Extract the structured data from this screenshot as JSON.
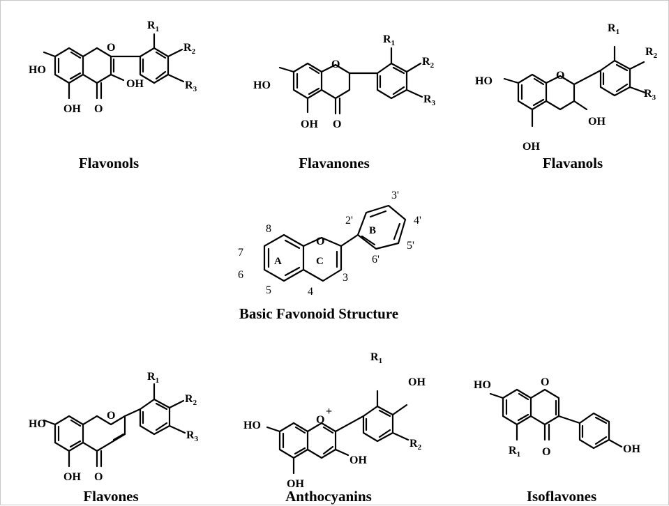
{
  "structures": {
    "flavonols": {
      "caption": "Flavonols",
      "ho": "HO",
      "oh5": "OH",
      "oh3": "OH",
      "o_ring": "O",
      "o_keto": "O",
      "r1": "R",
      "r1_sub": "1",
      "r2": "R",
      "r2_sub": "2",
      "r3": "R",
      "r3_sub": "3"
    },
    "flavanones": {
      "caption": "Flavanones",
      "ho": "HO",
      "oh5": "OH",
      "o_ring": "O",
      "o_keto": "O",
      "r1": "R",
      "r1_sub": "1",
      "r2": "R",
      "r2_sub": "2",
      "r3": "R",
      "r3_sub": "3"
    },
    "flavanols": {
      "caption": "Flavanols",
      "ho": "HO",
      "oh5": "OH",
      "oh3": "OH",
      "o_ring": "O",
      "r1": "R",
      "r1_sub": "1",
      "r2": "R",
      "r2_sub": "2",
      "r3": "R",
      "r3_sub": "3"
    },
    "basic": {
      "caption": "Basic Favonoid Structure",
      "o_ring": "O",
      "ring_a": "A",
      "ring_b": "B",
      "ring_c": "C",
      "n2p": "2'",
      "n3p": "3'",
      "n4p": "4'",
      "n5p": "5'",
      "n6p": "6'",
      "n3": "3",
      "n4": "4",
      "n5": "5",
      "n6": "6",
      "n7": "7",
      "n8": "8"
    },
    "flavones": {
      "caption": "Flavones",
      "ho": "HO",
      "oh5": "OH",
      "o_ring": "O",
      "o_keto": "O",
      "r1": "R",
      "r1_sub": "1",
      "r2": "R",
      "r2_sub": "2",
      "r3": "R",
      "r3_sub": "3"
    },
    "anthocyanins": {
      "caption": "Anthocyanins",
      "ho": "HO",
      "oh5": "OH",
      "oh3": "OH",
      "oh4p": "OH",
      "o_ring": "O",
      "charge": "+",
      "r1": "R",
      "r1_sub": "1",
      "r2": "R",
      "r2_sub": "2"
    },
    "isoflavones": {
      "caption": "Isoflavones",
      "ho": "HO",
      "oh4p": "OH",
      "o_ring": "O",
      "o_keto": "O",
      "r1": "R",
      "r1_sub": "1"
    }
  }
}
